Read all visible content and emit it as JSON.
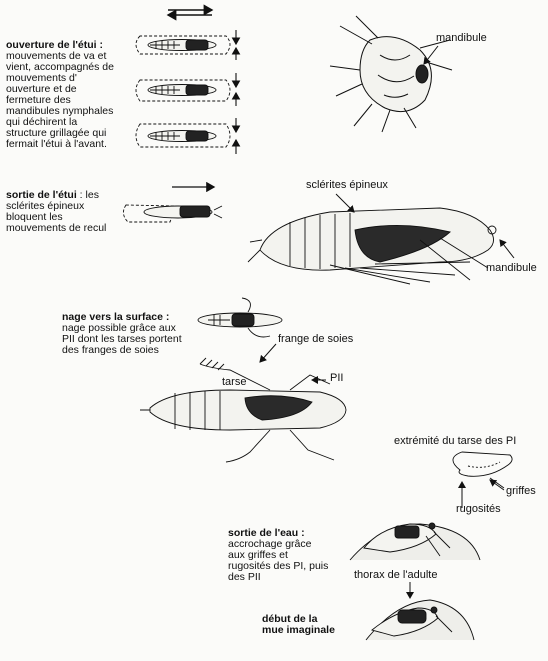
{
  "steps": {
    "ouverture": {
      "title": "ouverture de l'étui :",
      "lines": [
        "mouvements de va et",
        "vient, accompagnés de",
        "mouvements d'",
        "ouverture et de",
        "fermeture des",
        "mandibules nymphales",
        "qui déchirent la",
        "structure grillagée qui",
        "fermait l'étui à l'avant."
      ]
    },
    "sortie_etui": {
      "title": "sortie de l'étui",
      "rest": " : les",
      "lines": [
        "sclérites épineux",
        "bloquent les",
        "mouvements de recul"
      ]
    },
    "nage": {
      "title": "nage vers la surface :",
      "lines": [
        "nage possible grâce aux",
        "PII dont les tarses portent",
        "des franges de soies"
      ]
    },
    "sortie_eau": {
      "title": "sortie de l'eau :",
      "lines": [
        "accrochage  grâce",
        "aux griffes et",
        "rugosités des PI, puis",
        "des PII"
      ]
    },
    "debut_mue": {
      "lines": [
        "début de la",
        "mue imaginale"
      ]
    }
  },
  "labels": {
    "mandibule_top": "mandibule",
    "sclerites": "sclérites épineux",
    "mandibule_right": "mandibule",
    "frange": "frange de soies",
    "pii": "PII",
    "tarse": "tarse",
    "extremite": "extrémité du tarse des PI",
    "griffes": "griffes",
    "rugosites": "rugosités",
    "thorax": "thorax de l'adulte"
  }
}
